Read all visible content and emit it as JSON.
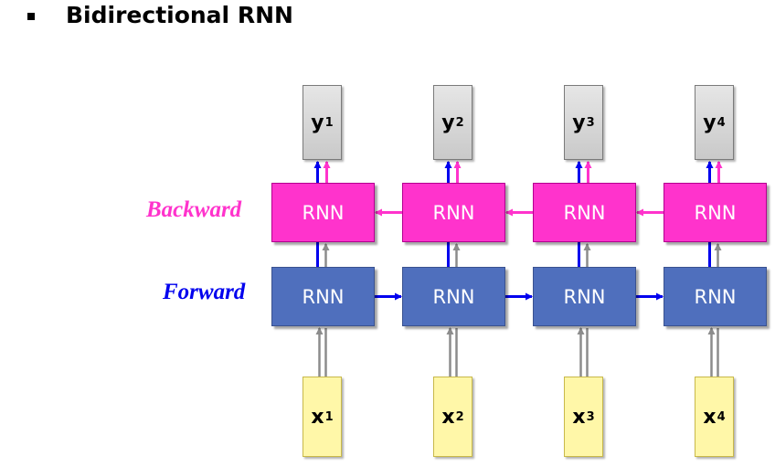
{
  "title": "Bidirectional RNN",
  "labels": {
    "backward": "Backward",
    "forward": "Forward"
  },
  "colors": {
    "backward": "#ff33cc",
    "forward": "#0000ee",
    "input": "#8c8c8c"
  },
  "cells": [
    {
      "y_main": "y",
      "y_sub": "1",
      "backward": "RNN",
      "forward": "RNN",
      "x_main": "x",
      "x_sub": "1"
    },
    {
      "y_main": "y",
      "y_sub": "2",
      "backward": "RNN",
      "forward": "RNN",
      "x_main": "x",
      "x_sub": "2"
    },
    {
      "y_main": "y",
      "y_sub": "3",
      "backward": "RNN",
      "forward": "RNN",
      "x_main": "x",
      "x_sub": "3"
    },
    {
      "y_main": "y",
      "y_sub": "4",
      "backward": "RNN",
      "forward": "RNN",
      "x_main": "x",
      "x_sub": "4"
    }
  ]
}
